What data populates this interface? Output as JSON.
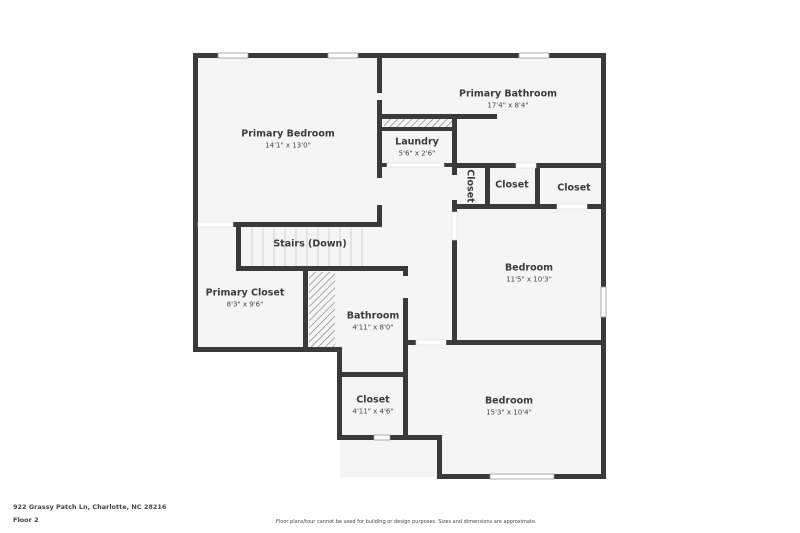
{
  "plan": {
    "floor": "Floor 2",
    "address": "922 Grassy Patch Ln, Charlotte, NC 28216",
    "disclaimer": "Floor plans/tour cannot be used for building or design purposes. Sizes and dimensions are approximate.",
    "colors": {
      "wall": "#3a3a3a",
      "floor": "#f5f5f5",
      "window": "#ffffff",
      "hatch": "#8a8a8a"
    },
    "rooms": [
      {
        "id": "primary-bedroom",
        "name": "Primary Bedroom",
        "dims": "14'1\" x 13'0\""
      },
      {
        "id": "primary-bathroom",
        "name": "Primary Bathroom",
        "dims": "17'4\" x 8'4\""
      },
      {
        "id": "laundry",
        "name": "Laundry",
        "dims": "5'6\" x 2'6\""
      },
      {
        "id": "closet-vertical",
        "name": "Closet",
        "dims": ""
      },
      {
        "id": "closet-mid",
        "name": "Closet",
        "dims": ""
      },
      {
        "id": "closet-right",
        "name": "Closet",
        "dims": ""
      },
      {
        "id": "stairs",
        "name": "Stairs (Down)",
        "dims": ""
      },
      {
        "id": "primary-closet",
        "name": "Primary Closet",
        "dims": "8'3\" x 9'6\""
      },
      {
        "id": "bathroom",
        "name": "Bathroom",
        "dims": "4'11\" x 8'0\""
      },
      {
        "id": "bedroom-1",
        "name": "Bedroom",
        "dims": "11'5\" x 10'3\""
      },
      {
        "id": "closet-lower",
        "name": "Closet",
        "dims": "4'11\" x 4'6\""
      },
      {
        "id": "bedroom-2",
        "name": "Bedroom",
        "dims": "15'3\" x 10'4\""
      }
    ]
  }
}
